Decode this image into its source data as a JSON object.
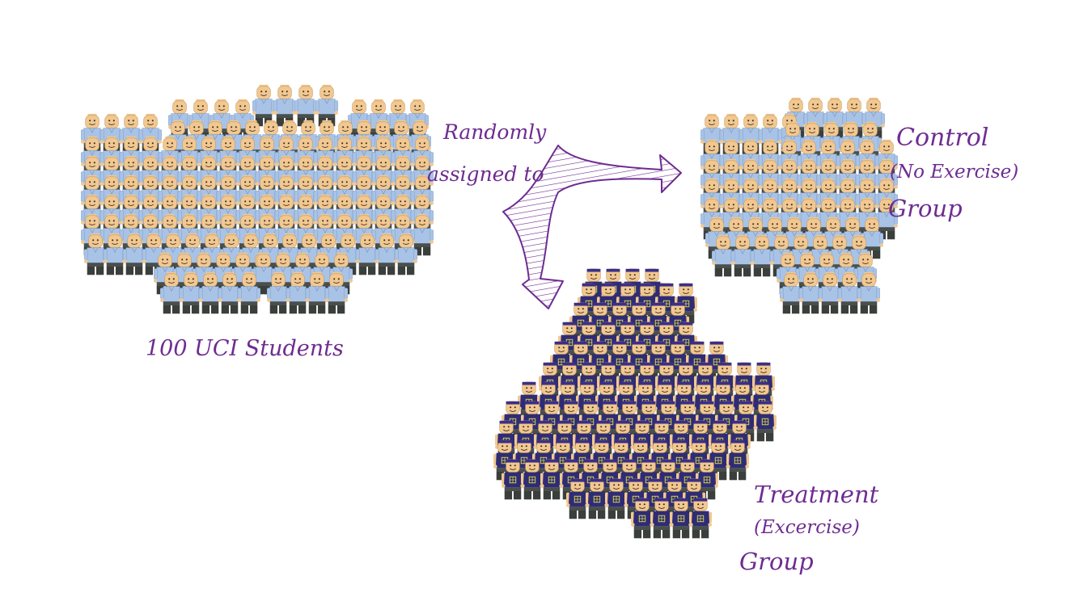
{
  "labels": {
    "population": "100 UCI Students",
    "assign_line1": "Randomly",
    "assign_line2": "assigned to",
    "control_line1": "Control",
    "control_line2": "(No Exercise)",
    "control_line3": "Group",
    "treatment_line1": "Treatment",
    "treatment_line2": "(Excercise)",
    "treatment_line3": "Group"
  },
  "colors": {
    "ink": "#6e2c91",
    "skin": "#f1c891",
    "control_shirt": "#a8c3e6",
    "treatment_shirt": "#2f2c76",
    "treatment_logo": "#d9d94a",
    "pants": "#3a3f3c"
  },
  "groups": {
    "population": {
      "icon": "minifigure-blue-shirt"
    },
    "control": {
      "icon": "minifigure-blue-shirt"
    },
    "treatment": {
      "icon": "minifigure-purple-tanktop-headband"
    }
  }
}
